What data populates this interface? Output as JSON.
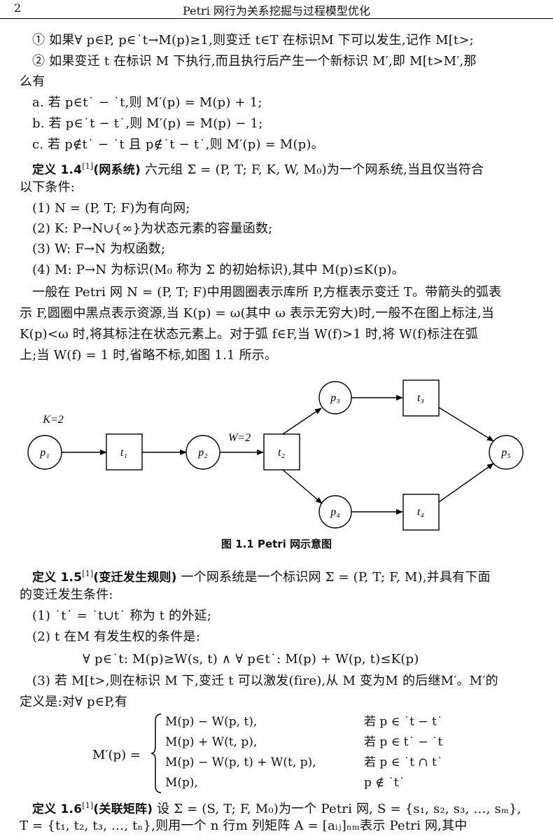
{
  "header": {
    "page_number": "2",
    "title": "Petri 网行为关系挖掘与过程模型优化"
  },
  "lines": [
    "① 如果∀ p∈P, p∈˙t→M(p)≥1,则变迁 t∈T 在标识M 下可以发生,记作 M[t>;",
    "② 如果变迁 t 在标识 M 下执行,而且执行后产生一个新标识 M′,即 M[t>M′,那",
    "么有",
    "a. 若 p∈t˙ − ˙t,则 M′(p) = M(p) + 1;",
    "b. 若 p∈˙t − t˙,则 M′(p) = M(p) − 1;",
    "c. 若 p∉t˙ − ˙t 且 p∉˙t − t˙,则 M′(p) = M(p)。"
  ],
  "def14": {
    "label": "定义 1.4",
    "ref": "[1]",
    "name": "(网系统)",
    "text": " 六元组 Σ = (P, T; F, K, W, M₀)为一个网系统,当且仅当符合",
    "cont": "以下条件:",
    "items": [
      "(1) N = (P, T; F)为有向网;",
      "(2) K: P→N∪{∞}为状态元素的容量函数;",
      "(3) W: F→N 为权函数;",
      "(4) M: P→N 为标识(M₀ 称为 Σ 的初始标识),其中 M(p)≤K(p)。"
    ]
  },
  "para": [
    "一般在 Petri 网 N = (P, T; F)中用圆圈表示库所 P,方框表示变迁 T。带箭头的弧表",
    "示 F,圆圈中黑点表示资源,当 K(p) = ω(其中 ω 表示无穷大)时,一般不在图上标注,当",
    "K(p)<ω 时,将其标注在状态元素上。对于弧 f∈F,当 W(f)>1 时,将 W(f)标注在弧",
    "上;当 W(f) = 1 时,省略不标,如图 1.1 所示。"
  ],
  "figure": {
    "caption": "图 1.1  Petri 网示意图",
    "places": [
      "p₁",
      "p₂",
      "p₃",
      "p₄",
      "p₅"
    ],
    "transitions": [
      "t₁",
      "t₂",
      "t₃",
      "t₄"
    ],
    "capacity_label": "K=2",
    "weight_label": "W=2"
  },
  "def15": {
    "label": "定义 1.5",
    "ref": "[1]",
    "name": "(变迁发生规则)",
    "text": " 一个网系统是一个标识网 Σ = (P, T; F, M),并具有下面",
    "cont": "的变迁发生条件:",
    "items": [
      "(1) ˙t˙ = ˙t∪t˙ 称为 t 的外延;",
      "(2) t 在M 有发生权的条件是:",
      "∀ p∈˙t: M(p)≥W(s, t) ∧ ∀ p∈t˙: M(p) + W(p, t)≤K(p)",
      "(3) 若 M[t>,则在标识 M 下,变迁 t 可以激发(fire),从 M 变为M 的后继M′。M′的",
      "定义是:对∀ p∈P,有"
    ],
    "piecewise_lhs": "M′(p) =",
    "cases": [
      {
        "expr": "M(p) − W(p, t),",
        "cond": "若 p ∈ ˙t − t˙"
      },
      {
        "expr": "M(p) + W(t, p),",
        "cond": "若 p ∈ t˙ − ˙t"
      },
      {
        "expr": "M(p) − W(p, t) + W(t, p),",
        "cond": "若 p ∈ ˙t ∩ t˙"
      },
      {
        "expr": "M(p),",
        "cond": "p ∉ ˙t˙"
      }
    ]
  },
  "def16": {
    "label": "定义 1.6",
    "ref": "[1]",
    "name": "(关联矩阵)",
    "text": " 设 Σ = (S, T; F, M₀)为一个 Petri 网, S = {s₁, s₂, s₃, …, sₘ},",
    "cont": "T = {t₁, t₂, t₃, …, tₙ},则用一个 n 行m 列矩阵 A = [aᵢⱼ]ₙₘ表示 Petri 网,其中"
  }
}
